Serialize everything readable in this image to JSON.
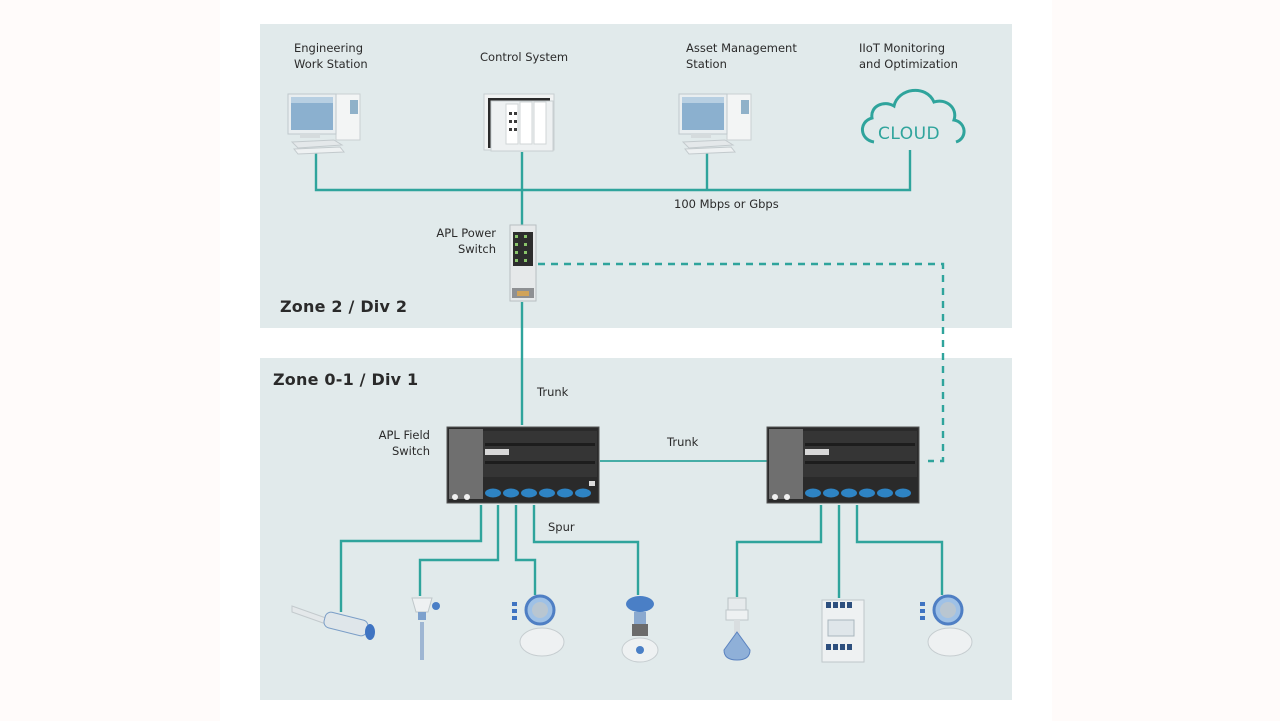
{
  "diagram": {
    "title": "Ethernet-APL network architecture",
    "accent_color": "#2fa49c",
    "zones": {
      "upper": {
        "label": "Zone 2 / Div 2"
      },
      "lower": {
        "label": "Zone 0-1 / Div 1"
      }
    },
    "top_devices": [
      {
        "id": "engineering-work-station",
        "label_line1": "Engineering",
        "label_line2": "Work Station",
        "icon": "desktop-computer-icon"
      },
      {
        "id": "control-system",
        "label_line1": "Control System",
        "label_line2": "",
        "icon": "control-system-rack-icon"
      },
      {
        "id": "asset-management-station",
        "label_line1": "Asset Management",
        "label_line2": "Station",
        "icon": "desktop-computer-icon"
      },
      {
        "id": "iiot-monitoring",
        "label_line1": "IIoT Monitoring",
        "label_line2": "and Optimization",
        "icon": "cloud-icon",
        "icon_text": "CLOUD"
      }
    ],
    "network_label": "100 Mbps or Gbps",
    "power_switch": {
      "label_line1": "APL Power",
      "label_line2": "Switch"
    },
    "field_switch": {
      "label_line1": "APL Field",
      "label_line2": "Switch"
    },
    "links": {
      "trunk_vertical": "Trunk",
      "trunk_horizontal": "Trunk",
      "spur": "Spur"
    },
    "field_devices": [
      {
        "id": "proximity-sensor",
        "icon": "proximity-sensor-icon"
      },
      {
        "id": "temperature-transmitter",
        "icon": "temperature-sensor-icon"
      },
      {
        "id": "flowmeter-1",
        "icon": "flowmeter-icon"
      },
      {
        "id": "control-valve",
        "icon": "control-valve-icon"
      },
      {
        "id": "level-probe",
        "icon": "level-sensor-icon"
      },
      {
        "id": "io-module",
        "icon": "io-module-icon"
      },
      {
        "id": "flowmeter-2",
        "icon": "flowmeter-icon"
      }
    ]
  }
}
